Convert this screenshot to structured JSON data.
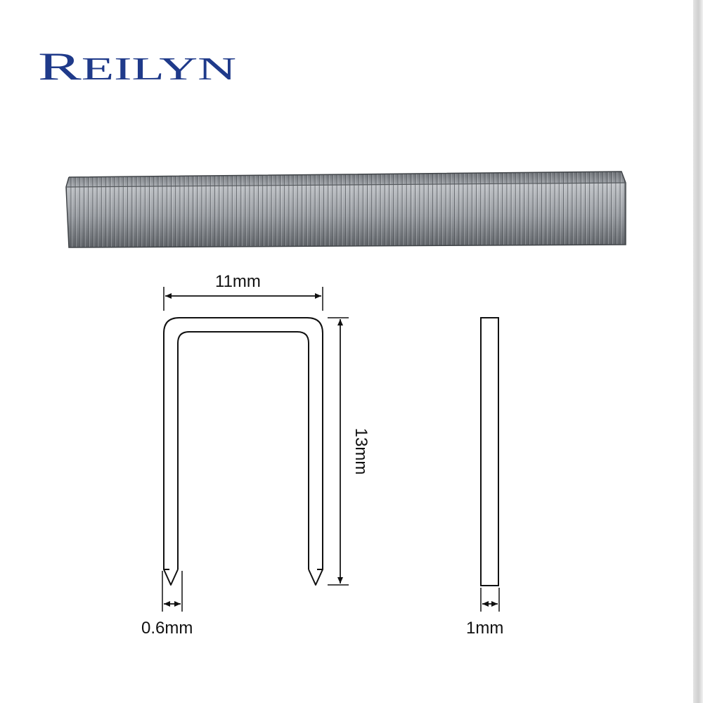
{
  "brand": {
    "name": "Reilyn",
    "color": "#1f3a8a"
  },
  "product": {
    "image_icon": "staple-strip-photo",
    "strip_color": "#8d9196"
  },
  "dimensions": {
    "crown_width": "11mm",
    "leg_length": "13mm",
    "wire_diameter": "0.6mm",
    "wire_thickness": "1mm"
  },
  "diagram": {
    "line_color": "#111111"
  }
}
